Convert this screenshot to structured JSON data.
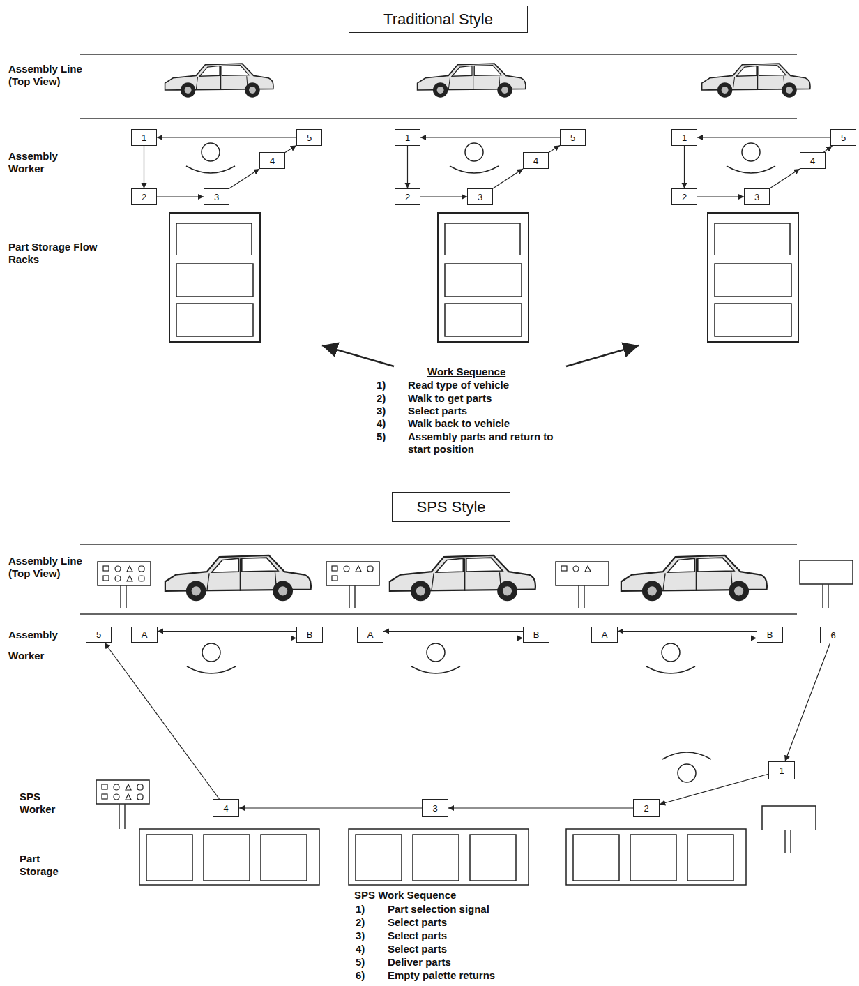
{
  "diagram": {
    "nodes": [
      {
        "text": [
          "Traditional Style"
        ]
      },
      {
        "text": [
          "1"
        ]
      },
      {
        "text": [
          "2"
        ]
      },
      {
        "text": [
          "3"
        ]
      },
      {
        "text": [
          "4"
        ]
      },
      {
        "text": [
          "5"
        ]
      },
      {
        "text": [
          "1"
        ]
      },
      {
        "text": [
          "2"
        ]
      },
      {
        "text": [
          "3"
        ]
      },
      {
        "text": [
          "4"
        ]
      },
      {
        "text": [
          "5"
        ]
      },
      {
        "text": [
          "1"
        ]
      },
      {
        "text": [
          "2"
        ]
      },
      {
        "text": [
          "3"
        ]
      },
      {
        "text": [
          "4"
        ]
      },
      {
        "text": [
          "5"
        ]
      },
      {
        "text": [
          "SPS Style"
        ]
      },
      {
        "text": [
          "5"
        ]
      },
      {
        "text": [
          "A"
        ]
      },
      {
        "text": [
          "B"
        ]
      },
      {
        "text": [
          "A"
        ]
      },
      {
        "text": [
          "B"
        ]
      },
      {
        "text": [
          "A"
        ]
      },
      {
        "text": [
          "B"
        ]
      },
      {
        "text": [
          "6"
        ]
      },
      {
        "text": [
          "1"
        ]
      },
      {
        "text": [
          "2"
        ]
      },
      {
        "text": [
          "3"
        ]
      },
      {
        "text": [
          "4"
        ]
      }
    ],
    "edges": [
      {
        "from": 1,
        "to": 2,
        "arrow": "to"
      },
      {
        "from": 2,
        "to": 3,
        "arrow": "to"
      },
      {
        "from": 3,
        "to": 4,
        "arrow": "to"
      },
      {
        "from": 4,
        "to": 5,
        "arrow": "to"
      },
      {
        "from": 5,
        "to": 1,
        "arrow": "to"
      },
      {
        "from": 6,
        "to": 7,
        "arrow": "to"
      },
      {
        "from": 7,
        "to": 8,
        "arrow": "to"
      },
      {
        "from": 8,
        "to": 9,
        "arrow": "to"
      },
      {
        "from": 9,
        "to": 10,
        "arrow": "to"
      },
      {
        "from": 10,
        "to": 6,
        "arrow": "to"
      },
      {
        "from": 11,
        "to": 12,
        "arrow": "to"
      },
      {
        "from": 12,
        "to": 13,
        "arrow": "to"
      },
      {
        "from": 13,
        "to": 14,
        "arrow": "to"
      },
      {
        "from": 14,
        "to": 15,
        "arrow": "to"
      },
      {
        "from": 15,
        "to": 11,
        "arrow": "to"
      },
      {
        "from": 19,
        "to": 18,
        "arrow": "to"
      },
      {
        "from": 18,
        "to": 19,
        "arrow": "to"
      },
      {
        "from": 21,
        "to": 20,
        "arrow": "to"
      },
      {
        "from": 20,
        "to": 21,
        "arrow": "to"
      },
      {
        "from": 23,
        "to": 22,
        "arrow": "to"
      },
      {
        "from": 22,
        "to": 23,
        "arrow": "to"
      },
      {
        "from": 24,
        "to": 25,
        "arrow": "to"
      },
      {
        "from": 25,
        "to": 26,
        "arrow": "to"
      },
      {
        "from": 26,
        "to": 27,
        "arrow": "to"
      },
      {
        "from": 27,
        "to": 28,
        "arrow": "to"
      },
      {
        "from": 28,
        "to": 17,
        "arrow": "to"
      }
    ],
    "labels": [
      "Assembly Line (Top View)",
      "Assembly Worker",
      "Part Storage Flow Racks",
      "Work Sequence",
      "1)",
      "Read type of vehicle",
      "2)",
      "Walk to get parts",
      "3)",
      "Select parts",
      "4)",
      "Walk back to vehicle",
      "5)",
      "Assembly parts and return to start position",
      "Assembly Line (Top View)",
      "Assembly Worker",
      "SPS Worker",
      "Part Storage",
      "SPS Work Sequence",
      "1)",
      "Part selection signal",
      "2)",
      "Select parts",
      "3)",
      "Select parts",
      "4)",
      "Select parts",
      "5)",
      "Deliver parts",
      "6)",
      "Empty palette returns"
    ]
  }
}
